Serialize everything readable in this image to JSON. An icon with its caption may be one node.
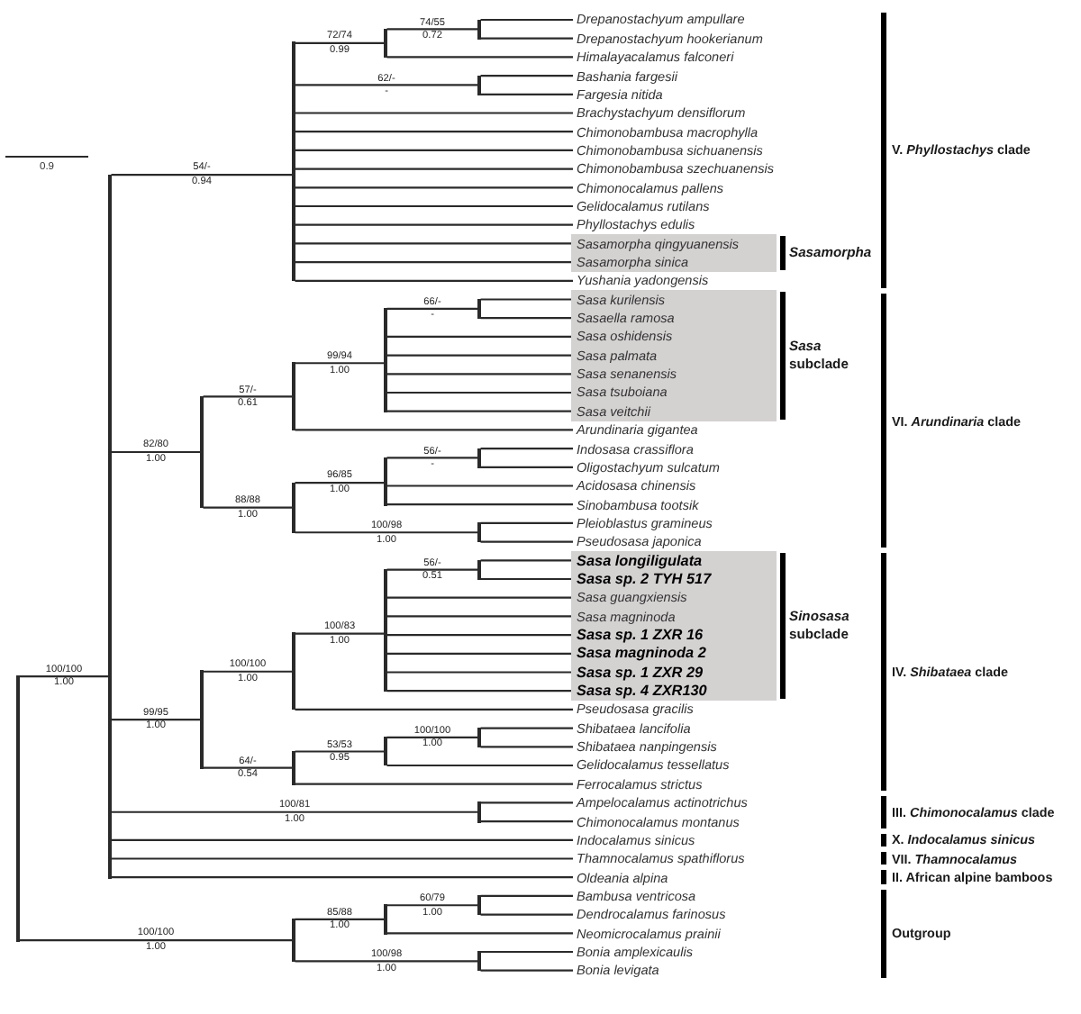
{
  "diagram": {
    "nodes": [
      {
        "text": [
          "Drepanostachyum ampullare"
        ]
      },
      {
        "text": [
          "Drepanostachyum hookerianum"
        ]
      },
      {
        "text": [
          "Himalayacalamus falconeri"
        ]
      },
      {
        "text": [
          "Bashania fargesii"
        ]
      },
      {
        "text": [
          "Fargesia nitida"
        ]
      },
      {
        "text": [
          "Brachystachyum densiflorum"
        ]
      },
      {
        "text": [
          "Chimonobambusa macrophylla"
        ]
      },
      {
        "text": [
          "Chimonobambusa sichuanensis"
        ]
      },
      {
        "text": [
          "Chimonobambusa szechuanensis"
        ]
      },
      {
        "text": [
          "Chimonocalamus pallens"
        ]
      },
      {
        "text": [
          "Gelidocalamus rutilans"
        ]
      },
      {
        "text": [
          "Phyllostachys edulis"
        ]
      },
      {
        "text": [],
        "shape": "box",
        "beside": [
          "Sasamorpha"
        ]
      },
      {
        "text": [
          "Sasamorpha qingyuanensis"
        ],
        "in": 12
      },
      {
        "text": [
          "Sasamorpha sinica"
        ],
        "in": 12
      },
      {
        "text": [
          "Yushania yadongensis"
        ]
      },
      {
        "text": [],
        "shape": "box",
        "beside": [
          "*Sasa* subclade"
        ]
      },
      {
        "text": [
          "Sasa kurilensis"
        ],
        "in": 16
      },
      {
        "text": [
          "Sasaella ramosa"
        ],
        "in": 16
      },
      {
        "text": [
          "Sasa oshidensis"
        ],
        "in": 16
      },
      {
        "text": [
          "Sasa palmata"
        ],
        "in": 16
      },
      {
        "text": [
          "Sasa senanensis"
        ],
        "in": 16
      },
      {
        "text": [
          "Sasa tsuboiana"
        ],
        "in": 16
      },
      {
        "text": [
          "Sasa veitchii"
        ],
        "in": 16
      },
      {
        "text": [
          "Arundinaria gigantea"
        ]
      },
      {
        "text": [
          "Indosasa crassiflora"
        ]
      },
      {
        "text": [
          "Oligostachyum sulcatum"
        ]
      },
      {
        "text": [
          "Acidosasa chinensis"
        ]
      },
      {
        "text": [
          "Sinobambusa tootsik"
        ]
      },
      {
        "text": [
          "Pleioblastus gramineus"
        ]
      },
      {
        "text": [
          "Pseudosasa japonica"
        ]
      },
      {
        "text": [],
        "shape": "box",
        "beside": [
          "*Sinosasa* subclade"
        ]
      },
      {
        "text": [
          "Sasa longiligulata"
        ],
        "in": 31
      },
      {
        "text": [
          "Sasa sp. 2 TYH 517"
        ],
        "in": 31
      },
      {
        "text": [
          "Sasa guangxiensis"
        ],
        "in": 31
      },
      {
        "text": [
          "Sasa magninoda"
        ],
        "in": 31
      },
      {
        "text": [
          "Sasa sp. 1 ZXR 16"
        ],
        "in": 31
      },
      {
        "text": [
          "Sasa magninoda 2"
        ],
        "in": 31
      },
      {
        "text": [
          "Sasa sp. 1 ZXR 29"
        ],
        "in": 31
      },
      {
        "text": [
          "Sasa sp. 4 ZXR130"
        ],
        "in": 31
      },
      {
        "text": [
          "Pseudosasa gracilis"
        ]
      },
      {
        "text": [
          "Shibataea lancifolia"
        ]
      },
      {
        "text": [
          "Shibataea nanpingensis"
        ]
      },
      {
        "text": [
          "Gelidocalamus tessellatus"
        ]
      },
      {
        "text": [
          "Ferrocalamus strictus"
        ]
      },
      {
        "text": [
          "Ampelocalamus actinotrichus"
        ]
      },
      {
        "text": [
          "Chimonocalamus montanus"
        ]
      },
      {
        "text": [
          "Indocalamus sinicus"
        ]
      },
      {
        "text": [
          "Thamnocalamus spathiflorus"
        ]
      },
      {
        "text": [
          "Oldeania alpina"
        ]
      },
      {
        "text": [
          "Bambusa ventricosa"
        ]
      },
      {
        "text": [
          "Dendrocalamus farinosus"
        ]
      },
      {
        "text": [
          "Neomicrocalamus prainii"
        ]
      },
      {
        "text": [
          "Bonia amplexicaulis"
        ]
      },
      {
        "text": [
          "Bonia levigata"
        ]
      },
      {
        "text": [],
        "shape": "bar"
      },
      {
        "text": [],
        "shape": "bar",
        "beside": [
          "100/100",
          "1.00"
        ]
      },
      {
        "text": [],
        "shape": "bar",
        "beside": [
          "54/-",
          "0.94"
        ]
      },
      {
        "text": [],
        "shape": "bar",
        "beside": [
          "72/74",
          "0.99"
        ]
      },
      {
        "text": [],
        "shape": "bar",
        "beside": [
          "74/55",
          "0.72"
        ]
      },
      {
        "text": [],
        "shape": "bar",
        "beside": [
          "62/-",
          "-"
        ]
      },
      {
        "text": [],
        "shape": "bar",
        "beside": [
          "82/80",
          "1.00"
        ]
      },
      {
        "text": [],
        "shape": "bar",
        "beside": [
          "57/-",
          "0.61"
        ]
      },
      {
        "text": [],
        "shape": "bar",
        "beside": [
          "99/94",
          "1.00"
        ]
      },
      {
        "text": [],
        "shape": "bar",
        "beside": [
          "66/-",
          "-"
        ]
      },
      {
        "text": [],
        "shape": "bar",
        "beside": [
          "88/88",
          "1.00"
        ]
      },
      {
        "text": [],
        "shape": "bar",
        "beside": [
          "96/85",
          "1.00"
        ]
      },
      {
        "text": [],
        "shape": "bar",
        "beside": [
          "56/-",
          "-"
        ]
      },
      {
        "text": [],
        "shape": "bar",
        "beside": [
          "100/98",
          "1.00"
        ]
      },
      {
        "text": [],
        "shape": "bar",
        "beside": [
          "99/95",
          "1.00"
        ]
      },
      {
        "text": [],
        "shape": "bar",
        "beside": [
          "100/100",
          "1.00"
        ]
      },
      {
        "text": [],
        "shape": "bar",
        "beside": [
          "100/83",
          "1.00"
        ]
      },
      {
        "text": [],
        "shape": "bar",
        "beside": [
          "56/-",
          "0.51"
        ]
      },
      {
        "text": [],
        "shape": "bar",
        "beside": [
          "64/-",
          "0.54"
        ]
      },
      {
        "text": [],
        "shape": "bar",
        "beside": [
          "53/53",
          "0.95"
        ]
      },
      {
        "text": [],
        "shape": "bar",
        "beside": [
          "100/100",
          "1.00"
        ]
      },
      {
        "text": [],
        "shape": "bar",
        "beside": [
          "100/81",
          "1.00"
        ]
      },
      {
        "text": [],
        "shape": "bar",
        "beside": [
          "100/100",
          "1.00"
        ]
      },
      {
        "text": [],
        "shape": "bar",
        "beside": [
          "85/88",
          "1.00"
        ]
      },
      {
        "text": [],
        "shape": "bar",
        "beside": [
          "60/79",
          "1.00"
        ]
      },
      {
        "text": [],
        "shape": "bar",
        "beside": [
          "100/98",
          "1.00"
        ]
      }
    ],
    "edges": [
      {
        "from": 55,
        "to": 56,
        "arrow": "none"
      },
      {
        "from": 55,
        "to": 77,
        "arrow": "none"
      },
      {
        "from": 56,
        "to": 57,
        "arrow": "none"
      },
      {
        "from": 56,
        "to": 61,
        "arrow": "none"
      },
      {
        "from": 56,
        "to": 69,
        "arrow": "none"
      },
      {
        "from": 56,
        "to": 76,
        "arrow": "none"
      },
      {
        "from": 56,
        "to": 47,
        "arrow": "none"
      },
      {
        "from": 56,
        "to": 48,
        "arrow": "none"
      },
      {
        "from": 56,
        "to": 49,
        "arrow": "none"
      },
      {
        "from": 57,
        "to": 58,
        "arrow": "none"
      },
      {
        "from": 57,
        "to": 60,
        "arrow": "none"
      },
      {
        "from": 57,
        "to": 5,
        "arrow": "none"
      },
      {
        "from": 57,
        "to": 6,
        "arrow": "none"
      },
      {
        "from": 57,
        "to": 7,
        "arrow": "none"
      },
      {
        "from": 57,
        "to": 8,
        "arrow": "none"
      },
      {
        "from": 57,
        "to": 9,
        "arrow": "none"
      },
      {
        "from": 57,
        "to": 10,
        "arrow": "none"
      },
      {
        "from": 57,
        "to": 11,
        "arrow": "none"
      },
      {
        "from": 57,
        "to": 13,
        "arrow": "none"
      },
      {
        "from": 57,
        "to": 14,
        "arrow": "none"
      },
      {
        "from": 57,
        "to": 15,
        "arrow": "none"
      },
      {
        "from": 58,
        "to": 59,
        "arrow": "none"
      },
      {
        "from": 58,
        "to": 2,
        "arrow": "none"
      },
      {
        "from": 59,
        "to": 0,
        "arrow": "none"
      },
      {
        "from": 59,
        "to": 1,
        "arrow": "none"
      },
      {
        "from": 60,
        "to": 3,
        "arrow": "none"
      },
      {
        "from": 60,
        "to": 4,
        "arrow": "none"
      },
      {
        "from": 61,
        "to": 62,
        "arrow": "none"
      },
      {
        "from": 61,
        "to": 65,
        "arrow": "none"
      },
      {
        "from": 62,
        "to": 63,
        "arrow": "none"
      },
      {
        "from": 62,
        "to": 24,
        "arrow": "none"
      },
      {
        "from": 63,
        "to": 64,
        "arrow": "none"
      },
      {
        "from": 63,
        "to": 19,
        "arrow": "none"
      },
      {
        "from": 63,
        "to": 20,
        "arrow": "none"
      },
      {
        "from": 63,
        "to": 21,
        "arrow": "none"
      },
      {
        "from": 63,
        "to": 22,
        "arrow": "none"
      },
      {
        "from": 63,
        "to": 23,
        "arrow": "none"
      },
      {
        "from": 64,
        "to": 17,
        "arrow": "none"
      },
      {
        "from": 64,
        "to": 18,
        "arrow": "none"
      },
      {
        "from": 65,
        "to": 66,
        "arrow": "none"
      },
      {
        "from": 65,
        "to": 68,
        "arrow": "none"
      },
      {
        "from": 66,
        "to": 67,
        "arrow": "none"
      },
      {
        "from": 66,
        "to": 27,
        "arrow": "none"
      },
      {
        "from": 66,
        "to": 28,
        "arrow": "none"
      },
      {
        "from": 67,
        "to": 25,
        "arrow": "none"
      },
      {
        "from": 67,
        "to": 26,
        "arrow": "none"
      },
      {
        "from": 68,
        "to": 29,
        "arrow": "none"
      },
      {
        "from": 68,
        "to": 30,
        "arrow": "none"
      },
      {
        "from": 69,
        "to": 70,
        "arrow": "none"
      },
      {
        "from": 69,
        "to": 73,
        "arrow": "none"
      },
      {
        "from": 70,
        "to": 71,
        "arrow": "none"
      },
      {
        "from": 70,
        "to": 40,
        "arrow": "none"
      },
      {
        "from": 71,
        "to": 72,
        "arrow": "none"
      },
      {
        "from": 71,
        "to": 34,
        "arrow": "none"
      },
      {
        "from": 71,
        "to": 35,
        "arrow": "none"
      },
      {
        "from": 71,
        "to": 36,
        "arrow": "none"
      },
      {
        "from": 71,
        "to": 37,
        "arrow": "none"
      },
      {
        "from": 71,
        "to": 38,
        "arrow": "none"
      },
      {
        "from": 71,
        "to": 39,
        "arrow": "none"
      },
      {
        "from": 72,
        "to": 32,
        "arrow": "none"
      },
      {
        "from": 72,
        "to": 33,
        "arrow": "none"
      },
      {
        "from": 73,
        "to": 74,
        "arrow": "none"
      },
      {
        "from": 73,
        "to": 44,
        "arrow": "none"
      },
      {
        "from": 74,
        "to": 75,
        "arrow": "none"
      },
      {
        "from": 74,
        "to": 43,
        "arrow": "none"
      },
      {
        "from": 75,
        "to": 41,
        "arrow": "none"
      },
      {
        "from": 75,
        "to": 42,
        "arrow": "none"
      },
      {
        "from": 76,
        "to": 45,
        "arrow": "none"
      },
      {
        "from": 76,
        "to": 46,
        "arrow": "none"
      },
      {
        "from": 77,
        "to": 78,
        "arrow": "none"
      },
      {
        "from": 77,
        "to": 80,
        "arrow": "none"
      },
      {
        "from": 78,
        "to": 79,
        "arrow": "none"
      },
      {
        "from": 78,
        "to": 52,
        "arrow": "none"
      },
      {
        "from": 79,
        "to": 50,
        "arrow": "none"
      },
      {
        "from": 79,
        "to": 51,
        "arrow": "none"
      },
      {
        "from": 80,
        "to": 53,
        "arrow": "none"
      },
      {
        "from": 80,
        "to": 54,
        "arrow": "none"
      }
    ],
    "labels": [
      "0.9",
      "V. *Phyllostachys* clade",
      "VI. *Arundinaria* clade",
      "IV. *Shibataea* clade",
      "III. *Chimonocalamus* clade",
      "X. *Indocalamus sinicus*",
      "VII. *Thamnocalamus*",
      "II. African alpine bamboos",
      "Outgroup"
    ]
  }
}
